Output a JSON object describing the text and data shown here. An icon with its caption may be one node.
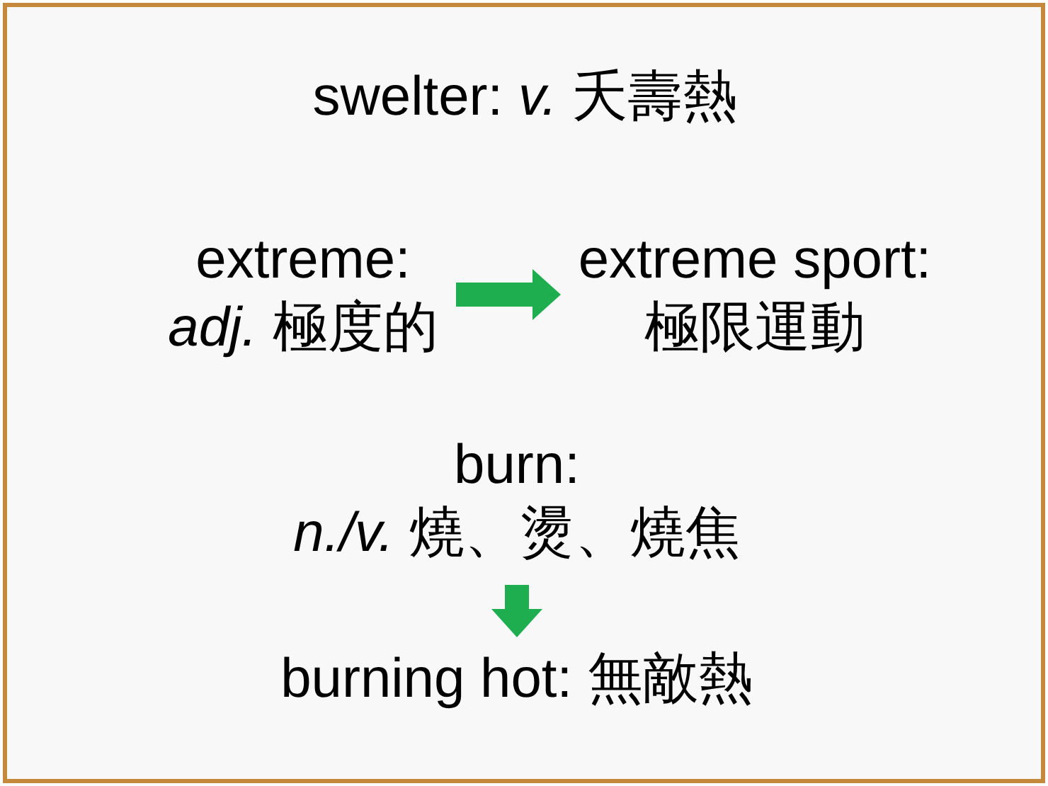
{
  "diagram": {
    "nodes": [
      {
        "text": [
          "extreme:",
          "*adj.* 極度的"
        ]
      },
      {
        "text": [
          "extreme sport:",
          "極限運動"
        ]
      },
      {
        "text": [
          "burn:",
          "*n./v.* 燒、燙、燒焦"
        ]
      },
      {
        "text": [
          "burning hot: 無敵熱"
        ]
      }
    ],
    "edges": [
      {
        "from": 0,
        "to": 1,
        "arrow": "to"
      },
      {
        "from": 2,
        "to": 3,
        "arrow": "to"
      }
    ],
    "labels": [
      "swelter: *v.* 夭壽熱"
    ]
  }
}
